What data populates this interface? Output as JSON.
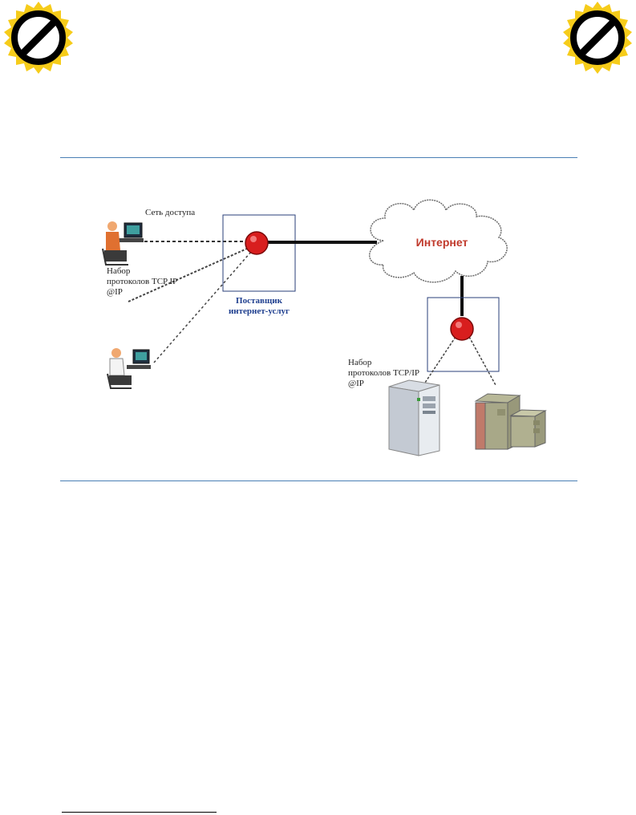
{
  "diagram": {
    "access_network_label": "Сеть доступа",
    "client_stack_line1": "Набор",
    "client_stack_line2": "протоколов TCP IP",
    "client_stack_line3": "@IP",
    "isp_line1": "Поставщик",
    "isp_line2": "интернет-услуг",
    "internet_label": "Интернет",
    "server_stack_line1": "Набор",
    "server_stack_line2": "протоколов TCP/IP",
    "server_stack_line3": "@IP"
  },
  "colors": {
    "rule": "#4a7fb5",
    "node_red": "#d81e1e",
    "isp_text": "#1f3f8f",
    "internet_text": "#c0392b",
    "badge_yellow": "#f6cc1a"
  },
  "icons": [
    "no-entry-badge-icon",
    "user-workstation-icon",
    "server-tower-icon",
    "mainframe-icon",
    "cloud-icon"
  ]
}
